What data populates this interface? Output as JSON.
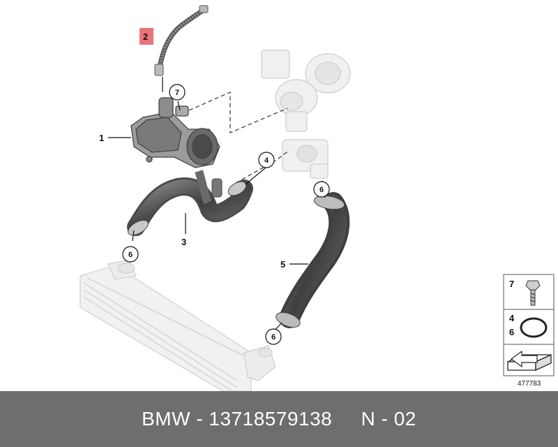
{
  "diagram": {
    "callouts": {
      "c1": "1",
      "c2": "2",
      "c3": "3",
      "c4": "4",
      "c5": "5",
      "c6a": "6",
      "c6b": "6",
      "c6c": "6",
      "c7": "7"
    },
    "highlight_color": "#e8737a",
    "legend": {
      "bolt_label": "7",
      "oring_label_top": "4",
      "oring_label_bottom": "6"
    },
    "diagram_code": "477783"
  },
  "footer": {
    "text": "BMW - 13718579138     N - 02"
  }
}
